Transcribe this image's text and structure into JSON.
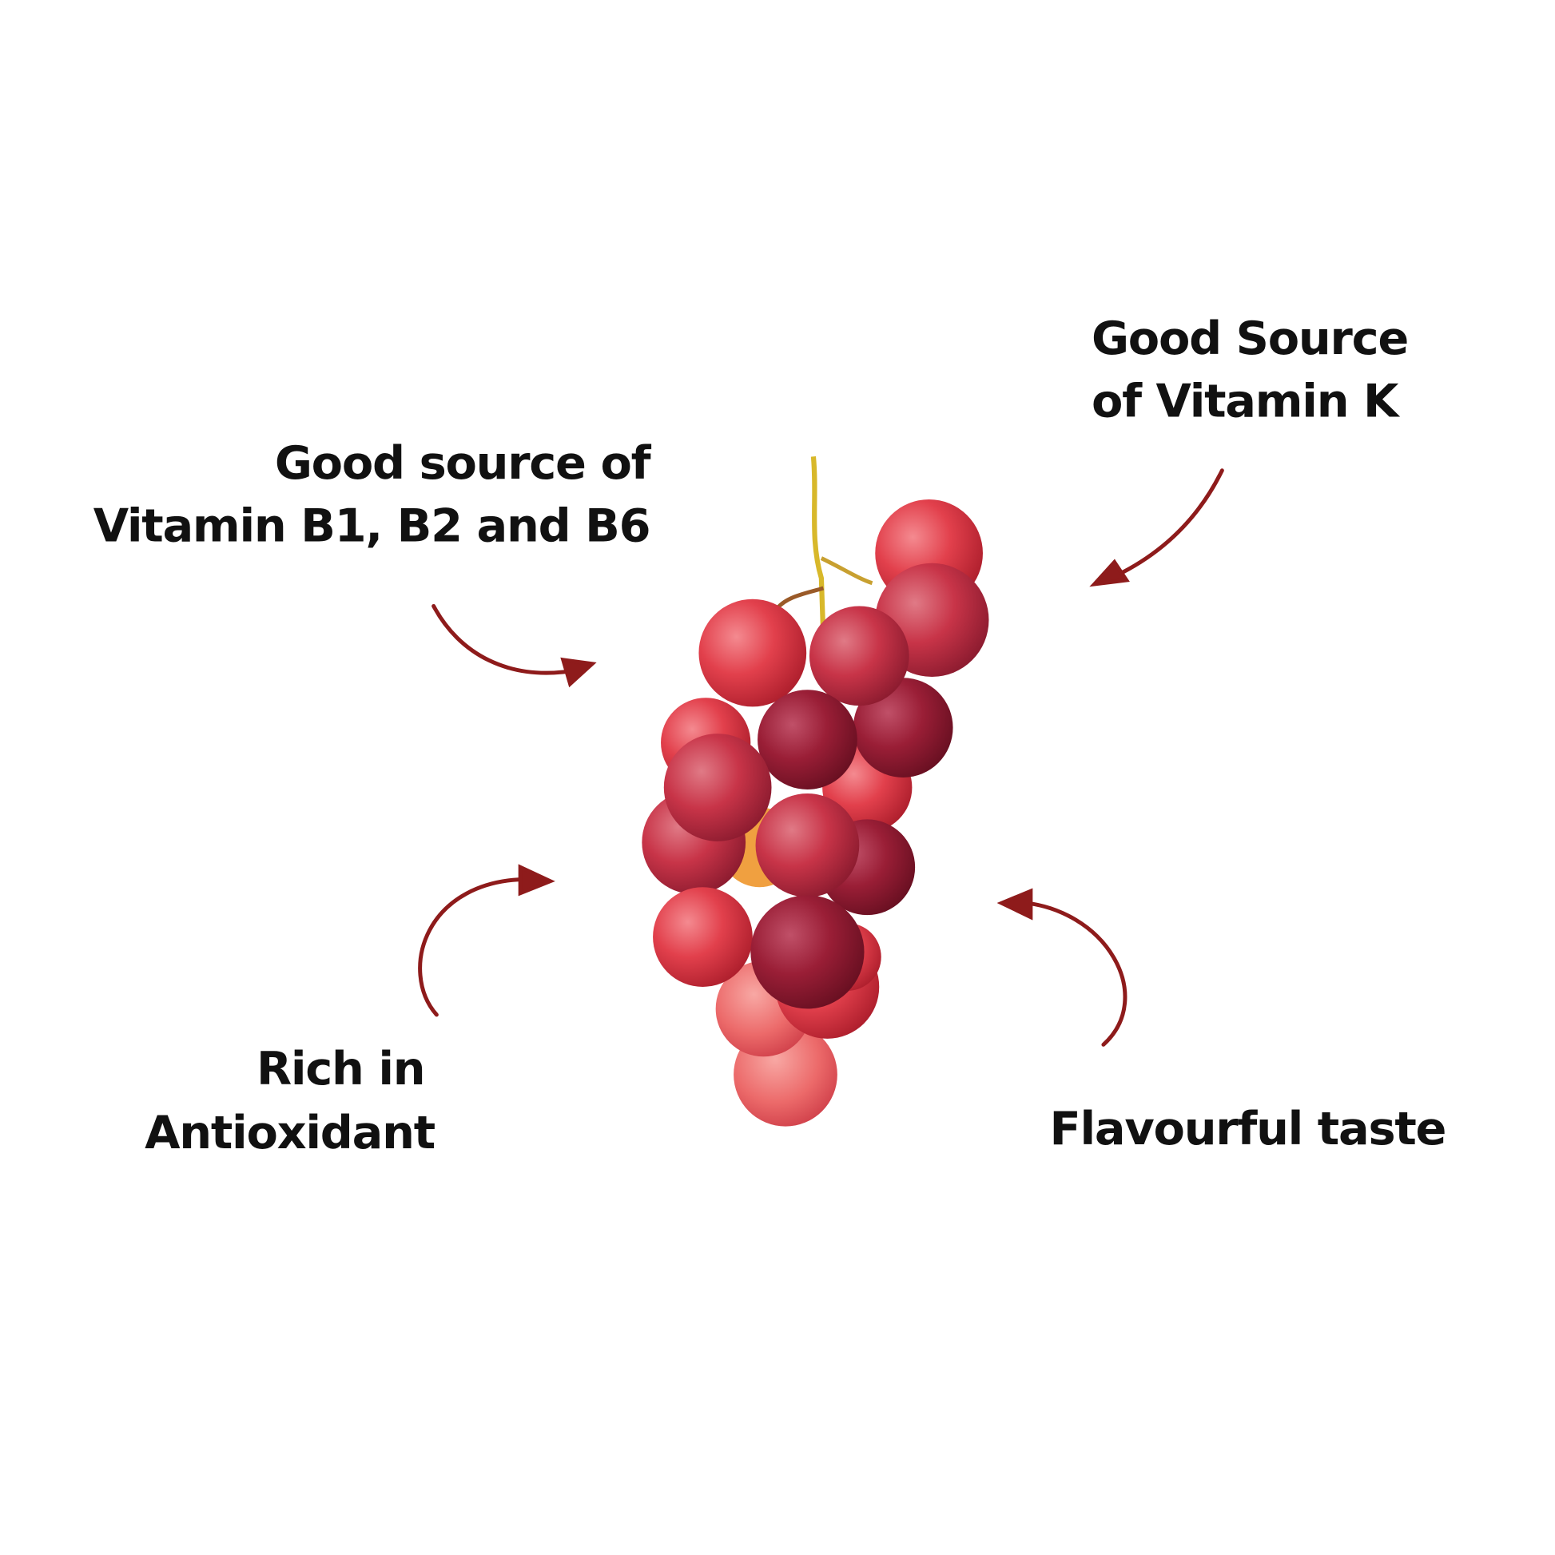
{
  "labels": {
    "vitamin_b": [
      "Good source of",
      "Vitamin B1, B2 and B6"
    ],
    "vitamin_k": [
      "Good Source",
      "of Vitamin K"
    ],
    "antioxidant": [
      "Rich in",
      "Antioxidant"
    ],
    "taste": [
      "Flavourful taste"
    ]
  },
  "colors": {
    "arrow": "#8e1b1b",
    "text": "#111111",
    "grape_light": "#e8505a",
    "grape_dark": "#8a1a2e",
    "stem": "#d8b82a"
  },
  "image": {
    "icon": "red-grapes-bunch"
  }
}
